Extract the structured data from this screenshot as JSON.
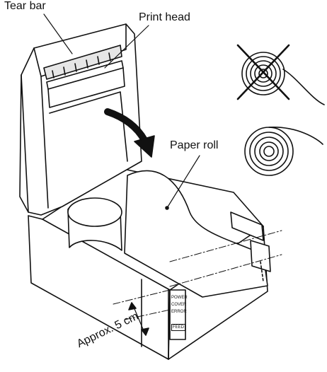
{
  "labels": {
    "tear_bar": "Tear bar",
    "print_head": "Print head",
    "paper_roll": "Paper roll",
    "approx": "Approx. 5 cm"
  },
  "buttons": {
    "power": "POWER",
    "cover": "COVER",
    "error": "ERROR",
    "feed": "FEED"
  },
  "colors": {
    "line": "#111111",
    "fill": "#ffffff",
    "shade": "#e6e6e6"
  }
}
